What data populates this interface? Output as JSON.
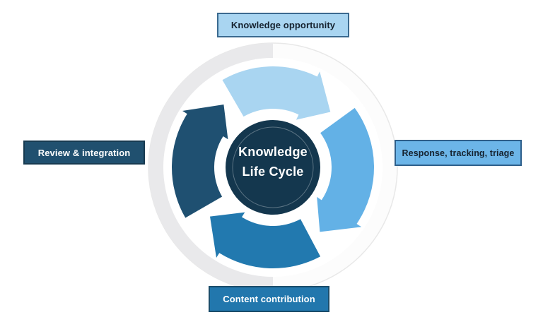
{
  "diagram": {
    "title": "Knowledge Life Cycle diagram",
    "center": {
      "label": "Knowledge\nLife Cycle"
    },
    "stages": {
      "top": {
        "label": "Knowledge opportunity"
      },
      "right": {
        "label": "Response, tracking, triage"
      },
      "bottom": {
        "label": "Content contribution"
      },
      "left": {
        "label": "Review & integration"
      }
    }
  },
  "colors": {
    "stage_top_fill": "#A9D5F1",
    "stage_top_border": "#3B6A8F",
    "stage_right_fill": "#6CB5E8",
    "stage_right_border": "#2E5F8A",
    "stage_bottom_fill": "#2277AD",
    "stage_bottom_border": "#1B4D6B",
    "stage_left_fill": "#20506F",
    "stage_left_border": "#173A50",
    "arrow_top": "#A9D5F1",
    "arrow_right": "#63B1E6",
    "arrow_bottom": "#2279AF",
    "arrow_left": "#1F5071",
    "center_circle": "#14374E",
    "center_ring": "rgba(255,255,255,0.3)",
    "disc_left_half": "#E9E9EB",
    "disc_right_half": "#FCFCFC",
    "disc_ring": "#E8E8E8",
    "inner_disc": "#FFFFFF",
    "dark_text": "#15222F",
    "light_text": "#FFFFFF"
  }
}
